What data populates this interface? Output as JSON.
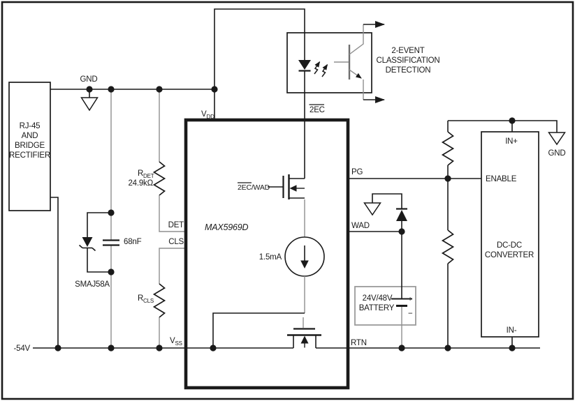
{
  "schematic": {
    "colors": {
      "ink": "#1a1a1a",
      "ink_light": "#8f8f8f",
      "background": "#ffffff"
    },
    "ic": {
      "part": "MAX5969D",
      "pins": {
        "vdd": {
          "main": "V",
          "sub": "DD"
        },
        "vss": {
          "main": "V",
          "sub": "SS"
        },
        "det": "DET",
        "cls": "CLS",
        "pg": "PG",
        "wad": "WAD",
        "rtn": "RTN",
        "two_ec": "2EC"
      },
      "internal": {
        "gate_label": "2EC/WAD",
        "current_source": "1.5mA"
      }
    },
    "rj45": {
      "label_lines": [
        "RJ-45",
        "AND",
        "BRIDGE",
        "RECTIFIER"
      ]
    },
    "grounds": {
      "top": "GND",
      "right": "GND"
    },
    "rails": {
      "negative": "-54V"
    },
    "detection_resistor": {
      "ref_main": "R",
      "ref_sub": "DET",
      "value": "24.9kΩ"
    },
    "class_resistor": {
      "ref_main": "R",
      "ref_sub": "CLS"
    },
    "capacitor": {
      "value": "68nF"
    },
    "tvs_diode": {
      "part": "SMAJ58A"
    },
    "optocoupler": {
      "caption_lines": [
        "2-EVENT",
        "CLASSIFICATION",
        "DETECTION"
      ]
    },
    "dcdc": {
      "in_plus": "IN+",
      "enable": "ENABLE",
      "name_lines": [
        "DC-DC",
        "CONVERTER"
      ],
      "in_minus": "IN-"
    },
    "battery": {
      "label_lines": [
        "24V/48V",
        "BATTERY"
      ],
      "plus": "+",
      "minus": "−"
    }
  }
}
